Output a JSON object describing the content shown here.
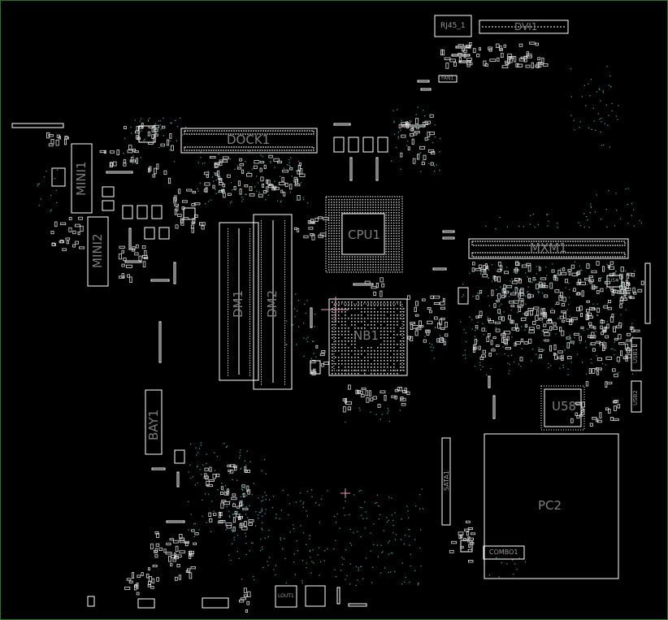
{
  "board": {
    "labels": {
      "rj45": "RJ45_1",
      "dvi": "DVI1",
      "fan": "FAN1",
      "dock": "DOCK1",
      "mini1": "MINI1",
      "mini2": "MINI2",
      "cpu": "CPU1",
      "mxm": "MXM1",
      "dm1": "DM1",
      "dm2": "DM2",
      "nb": "NB1",
      "bay": "BAY1",
      "u58": "U58",
      "pc2": "PC2",
      "combo": "COMBO1",
      "sata": "SATA1",
      "usb1": "USB1",
      "usb2": "USB2",
      "lout": "LOUT1",
      "u54": "U54"
    },
    "colors": {
      "background": "#000000",
      "outline": "#ffffff",
      "label": "#7d7d7d",
      "via": "#2fa59a",
      "frame": "#1f7a1f",
      "marker": "#e8a0b8"
    }
  }
}
